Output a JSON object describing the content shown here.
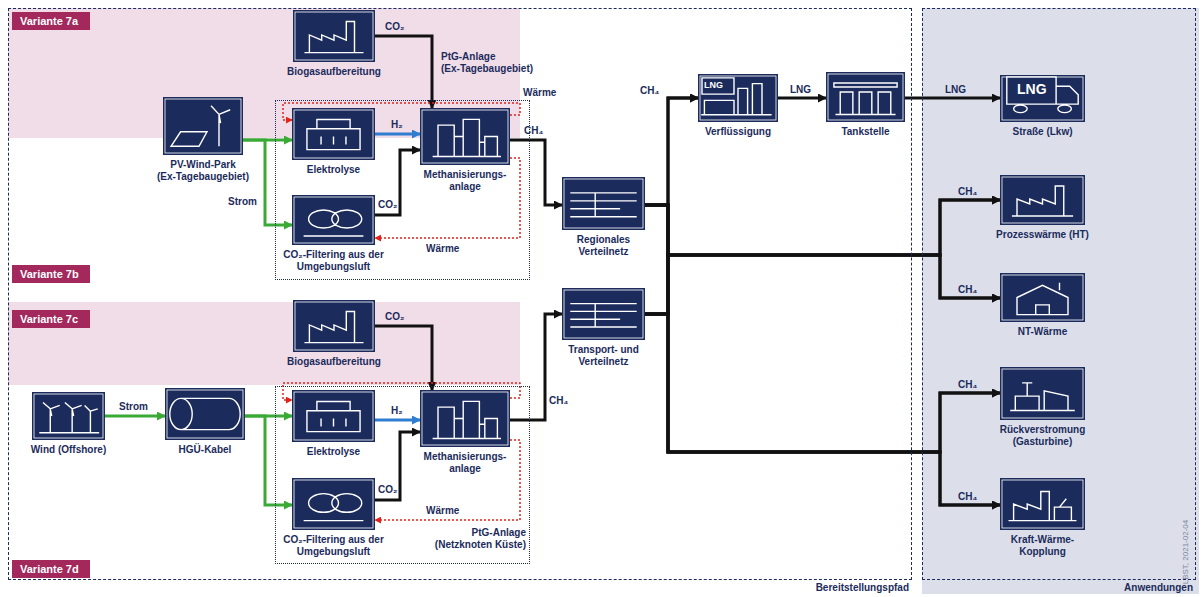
{
  "diagram": {
    "nodes": [
      {
        "text": [
          "Bereitstellungspfad"
        ]
      },
      {
        "text": [
          "Variante 7a"
        ],
        "in": 0
      },
      {
        "text": [
          "Biogasaufbereitung"
        ],
        "in": 0
      },
      {
        "text": [
          "PtG-Anlage (Ex-Tagebaugebiet)"
        ],
        "in": 0
      },
      {
        "text": [
          "PV-Wind-Park (Ex-Tagebaugebiet)"
        ],
        "in": 0
      },
      {
        "text": [
          "Elektrolyse"
        ],
        "in": 3
      },
      {
        "text": [
          "Methanisierungs- anlage"
        ],
        "in": 3
      },
      {
        "text": [
          "CO₂-Filtering aus der Umgebungsluft"
        ],
        "in": 3
      },
      {
        "text": [
          "Regionales Verteilnetz"
        ],
        "in": 0
      },
      {
        "text": [
          "Verflüssigung"
        ],
        "in": 0
      },
      {
        "text": [
          "Tankstelle"
        ],
        "in": 0
      },
      {
        "text": [
          "Variante 7b"
        ],
        "in": 0
      },
      {
        "text": [
          "Variante 7c"
        ],
        "in": 0
      },
      {
        "text": [
          "Biogasaufbereitung"
        ],
        "in": 0
      },
      {
        "text": [
          "Wind (Offshore)"
        ],
        "in": 0
      },
      {
        "text": [
          "HGÜ-Kabel"
        ],
        "in": 0
      },
      {
        "text": [
          "PtG-Anlage (Netzknoten Küste)"
        ],
        "in": 0
      },
      {
        "text": [
          "Elektrolyse"
        ],
        "in": 16
      },
      {
        "text": [
          "Methanisierungs- anlage"
        ],
        "in": 16
      },
      {
        "text": [
          "CO₂-Filtering aus der Umgebungsluft"
        ],
        "in": 16
      },
      {
        "text": [
          "Transport- und Verteilnetz"
        ],
        "in": 0
      },
      {
        "text": [
          "Variante 7d"
        ],
        "in": 0
      },
      {
        "text": [
          "Anwendungen"
        ]
      },
      {
        "text": [
          "Straße (Lkw)"
        ],
        "in": 22
      },
      {
        "text": [
          "Prozesswärme (HT)"
        ],
        "in": 22
      },
      {
        "text": [
          "NT-Wärme"
        ],
        "in": 22
      },
      {
        "text": [
          "Rückverstromung (Gasturbine)"
        ],
        "in": 22
      },
      {
        "text": [
          "Kraft-Wärme- Kopplung"
        ],
        "in": 22
      }
    ],
    "edges": [
      {
        "from": 2,
        "to": 6,
        "arrow": "to",
        "label": "CO₂"
      },
      {
        "from": 4,
        "to": 5,
        "arrow": "to"
      },
      {
        "from": 4,
        "to": 7,
        "arrow": "to",
        "label": "Strom"
      },
      {
        "from": 5,
        "to": 6,
        "arrow": "to",
        "label": "H₂"
      },
      {
        "from": 7,
        "to": 6,
        "arrow": "to",
        "label": "CO₂"
      },
      {
        "from": 6,
        "to": 5,
        "arrow": "to",
        "label": "Wärme"
      },
      {
        "from": 6,
        "to": 7,
        "arrow": "to",
        "label": "Wärme"
      },
      {
        "from": 6,
        "to": 8,
        "arrow": "to",
        "label": "CH₄"
      },
      {
        "from": 8,
        "to": 9,
        "arrow": "to",
        "label": "CH₄"
      },
      {
        "from": 8,
        "to": 24,
        "arrow": "to",
        "label": "CH₄"
      },
      {
        "from": 8,
        "to": 25,
        "arrow": "to",
        "label": "CH₄"
      },
      {
        "from": 8,
        "to": 26,
        "arrow": "to"
      },
      {
        "from": 8,
        "to": 27,
        "arrow": "to"
      },
      {
        "from": 9,
        "to": 10,
        "arrow": "to",
        "label": "LNG"
      },
      {
        "from": 10,
        "to": 23,
        "arrow": "to",
        "label": "LNG"
      },
      {
        "from": 14,
        "to": 15,
        "arrow": "to",
        "label": "Strom"
      },
      {
        "from": 15,
        "to": 17,
        "arrow": "to"
      },
      {
        "from": 15,
        "to": 19,
        "arrow": "to"
      },
      {
        "from": 13,
        "to": 18,
        "arrow": "to",
        "label": "CO₂"
      },
      {
        "from": 17,
        "to": 18,
        "arrow": "to",
        "label": "H₂"
      },
      {
        "from": 19,
        "to": 18,
        "arrow": "to",
        "label": "CO₂"
      },
      {
        "from": 18,
        "to": 17,
        "arrow": "to"
      },
      {
        "from": 18,
        "to": 19,
        "arrow": "to",
        "label": "Wärme"
      },
      {
        "from": 18,
        "to": 20,
        "arrow": "to",
        "label": "CH₄"
      },
      {
        "from": 20,
        "to": 9,
        "arrow": "to"
      },
      {
        "from": 20,
        "to": 24,
        "arrow": "to"
      },
      {
        "from": 20,
        "to": 25,
        "arrow": "to"
      },
      {
        "from": 20,
        "to": 26,
        "arrow": "to",
        "label": "CH₄"
      },
      {
        "from": 20,
        "to": 27,
        "arrow": "to",
        "label": "CH₄"
      }
    ],
    "labels": [
      "LNG",
      "LNG",
      "LBST, 2021-02-04"
    ]
  }
}
